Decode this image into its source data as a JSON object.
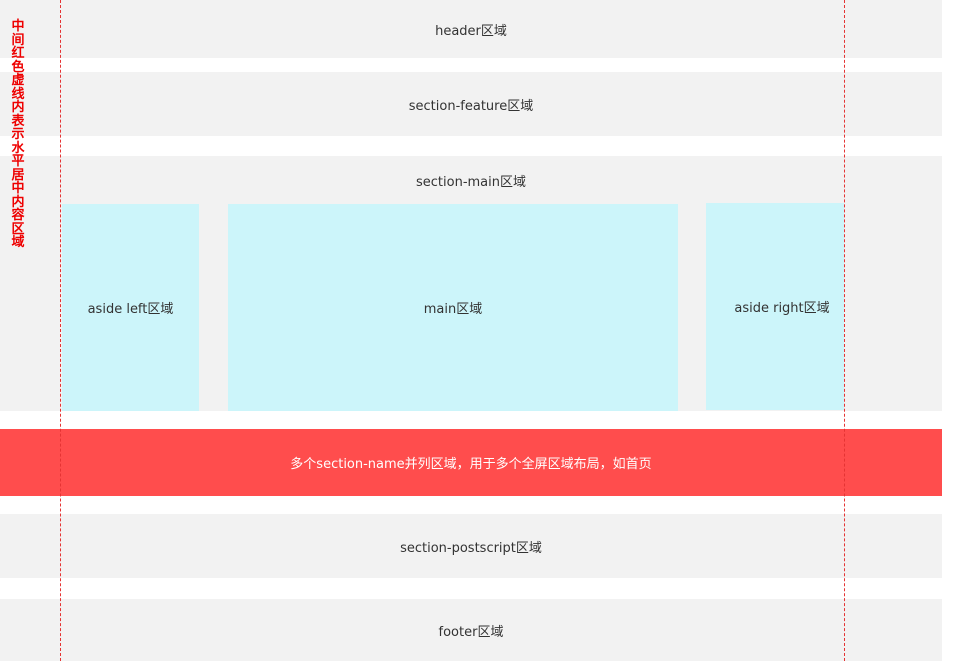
{
  "annotation": {
    "vertical_label": "中间红色虚线内表示水平居中内容区域",
    "guide_color": "#e53333"
  },
  "regions": {
    "header": "header区域",
    "section_feature": "section-feature区域",
    "section_main": "section-main区域",
    "aside_left": "aside left区域",
    "main": "main区域",
    "aside_right": "aside right区域",
    "section_name": "多个section-name并列区域，用于多个全屏区域布局，如首页",
    "section_postscript": "section-postscript区域",
    "footer": "footer区域"
  },
  "colors": {
    "band": "#f2f2f2",
    "column": "#ccf5fa",
    "highlight": "#ff4d4d"
  }
}
